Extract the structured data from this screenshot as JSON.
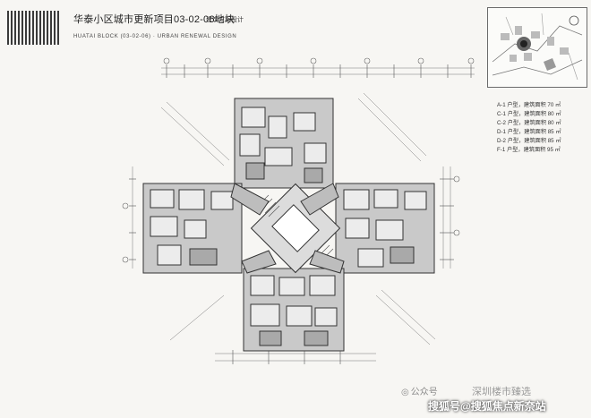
{
  "header": {
    "title_cn": "华泰小区城市更新项目03-02-06地块",
    "title_sub_cn": "建筑方案设计",
    "title_en": "HUATAI BLOCK (03-02-06) · URBAN RENEWAL DESIGN"
  },
  "legend": {
    "items": [
      {
        "code": "A-1 户型",
        "text": "A-1 户型，建筑面积 70 ㎡"
      },
      {
        "code": "C-1 户型",
        "text": "C-1 户型，建筑面积 80 ㎡"
      },
      {
        "code": "C-2 户型",
        "text": "C-2 户型，建筑面积 80 ㎡"
      },
      {
        "code": "D-1 户型",
        "text": "D-1 户型，建筑面积 85 ㎡"
      },
      {
        "code": "D-2 户型",
        "text": "D-2 户型，建筑面积 85 ㎡"
      },
      {
        "code": "F-1 户型",
        "text": "F-1 户型，建筑面积 95 ㎡"
      }
    ]
  },
  "watermark": {
    "source": "公众号",
    "channel": "深圳楼市臻选",
    "site": "搜狐号@搜狐焦点新奈站"
  },
  "colors": {
    "background": "#f7f6f3",
    "wall": "#3a3a3a",
    "floor_gray": "#c9c9c9",
    "light_room": "#ececec",
    "grid_line": "#8a8a8a"
  }
}
